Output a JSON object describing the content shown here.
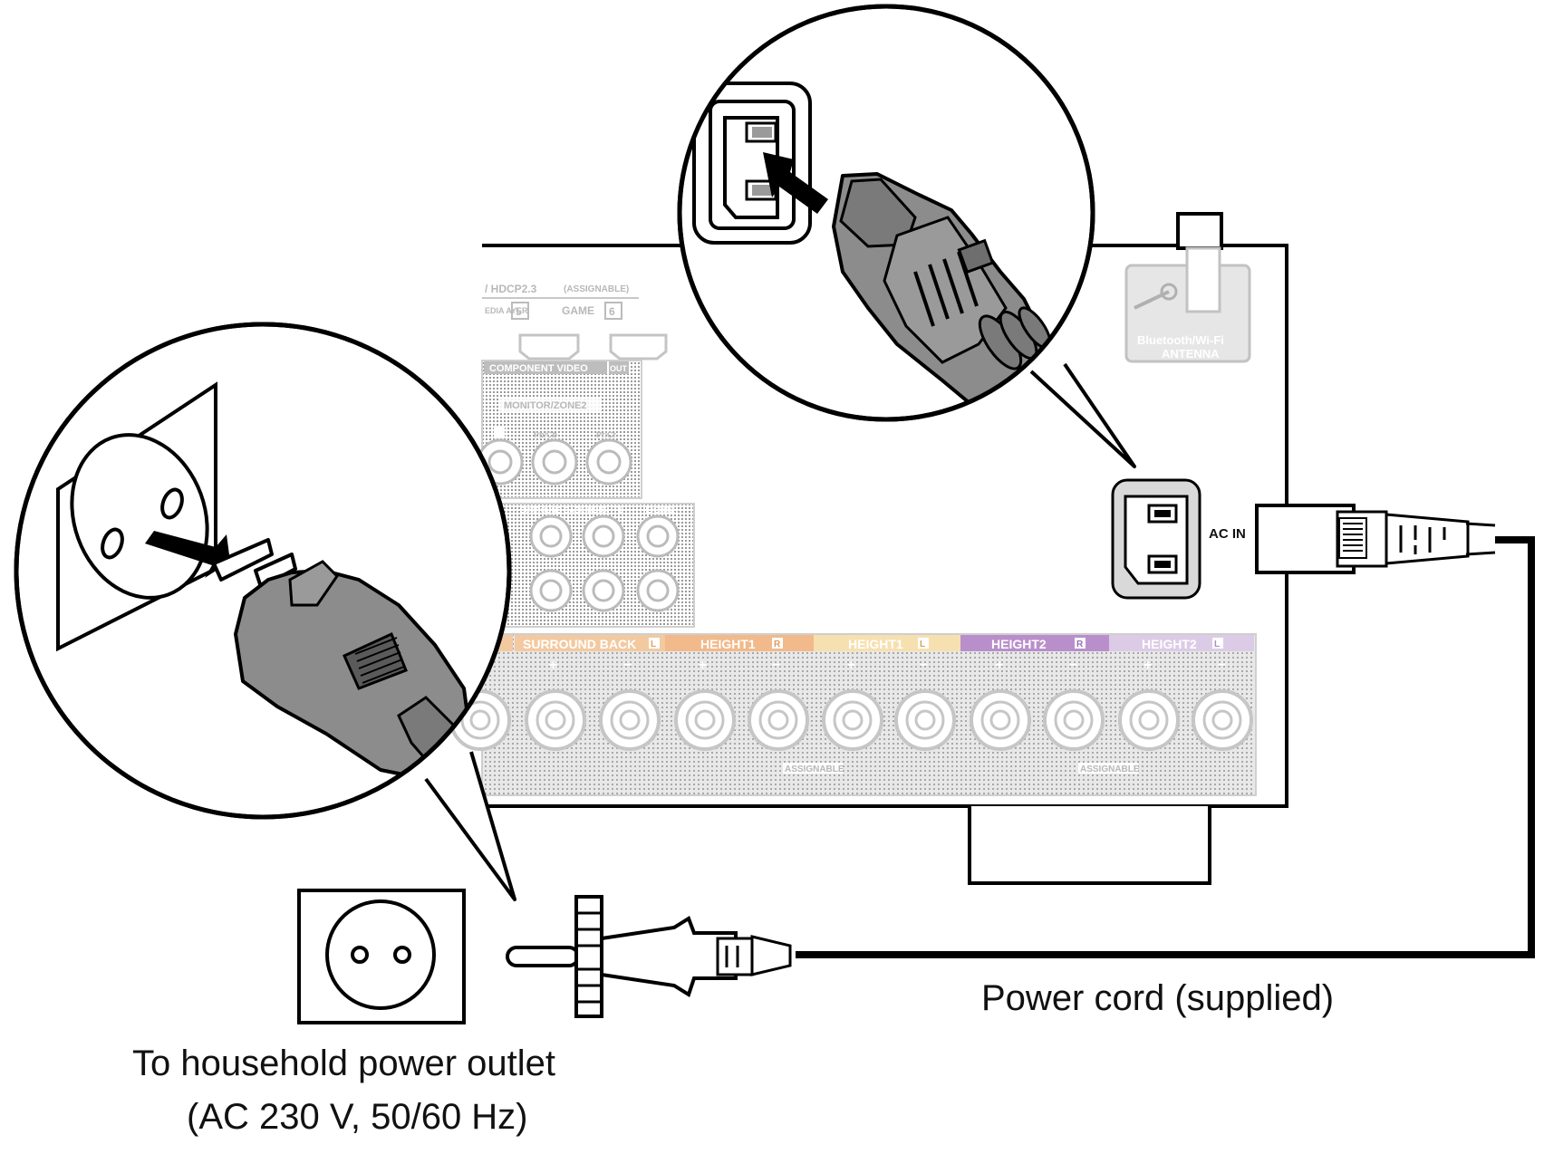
{
  "labels": {
    "outlet_line1": "To household power outlet",
    "outlet_line2": "(AC 230 V, 50/60 Hz)",
    "power_cord": "Power cord (supplied)",
    "ac_in": "AC IN",
    "antenna_line1": "Bluetooth/Wi-Fi",
    "antenna_line2": "ANTENNA"
  },
  "panel_text": {
    "hdcp": "/ HDCP2.3",
    "assignable_top": "(ASSIGNABLE)",
    "media_player": "EDIA AYER",
    "input_5": "5",
    "game": "GAME",
    "input_6": "6",
    "component_video": "COMPONENT VIDEO",
    "out": "OUT",
    "monitor_zone2": "MONITOR/ZONE2",
    "pb_cb": "Pb/Cb",
    "pr_cr": "Pr/Cr",
    "pre_out_surround_back": "SURROUND BACK",
    "pre_out_height1": "HEIGHT1",
    "pre_out_height2": "HEIGHT2",
    "surround_back_l": "SURROUND BACK",
    "height1_r": "HEIGHT1",
    "height1_l": "HEIGHT1",
    "height2_r": "HEIGHT2",
    "height2_l": "HEIGHT2",
    "ch_r": "R",
    "ch_l": "L",
    "assignable_1": "ASSIGNABLE",
    "assignable_2": "ASSIGNABLE",
    "plus": "+",
    "minus": "−"
  },
  "colors": {
    "line": "#000000",
    "plug_grey": "#8c8c8c",
    "plug_dark": "#5a5a5a",
    "panel_grey": "#d9d9d9",
    "surround_back": "#f3c9a0",
    "height1_r": "#f2b98a",
    "height1_l": "#f7e0b0",
    "height2_r": "#b98fcb",
    "height2_l": "#dccbe6"
  }
}
